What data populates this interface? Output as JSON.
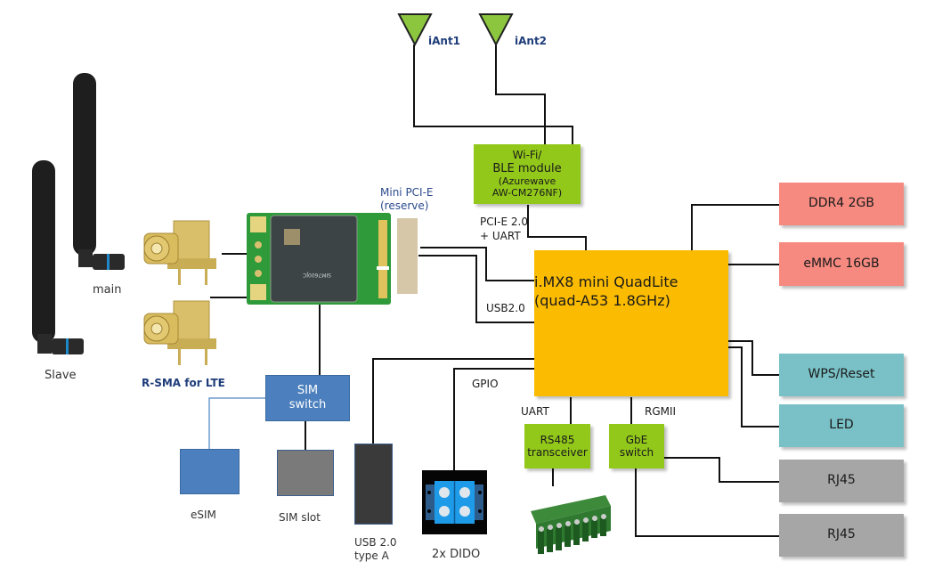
{
  "diagram": {
    "antennas_wifi": [
      {
        "label": "iAnt1",
        "color": "#8cc63f"
      },
      {
        "label": "iAnt2",
        "color": "#8cc63f"
      }
    ],
    "lte_antennas": {
      "main_label": "main",
      "slave_label": "Slave"
    },
    "rsma_label": "R-SMA for LTE",
    "lte_module": {
      "model_text": "SIM7600JC"
    },
    "minipcie": {
      "line1": "Mini PCI-E",
      "line2": "(reserve)"
    },
    "wifi_module": {
      "line1": "Wi-Fi/",
      "line2": "BLE module",
      "line3": "(Azurewave",
      "line4": "AW-CM276NF)"
    },
    "wifi_bus_label": {
      "line1": "PCI-E 2.0",
      "line2": "+ UART"
    },
    "usb_bus_label": "USB2.0",
    "cpu": {
      "line1": "i.MX8 mini QuadLite",
      "line2": "(quad-A53 1.8GHz)"
    },
    "memory": [
      {
        "label": "DDR4 2GB"
      },
      {
        "label": "eMMC 16GB"
      }
    ],
    "io_right": [
      {
        "label": "WPS/Reset"
      },
      {
        "label": "LED"
      },
      {
        "label": "RJ45"
      },
      {
        "label": "RJ45"
      }
    ],
    "sim_switch": {
      "line1": "SIM",
      "line2": "switch"
    },
    "esim_label": "eSIM",
    "sim_slot_label": "SIM slot",
    "usb_port": {
      "line1": "USB 2.0",
      "line2": "type A"
    },
    "gpio_label": "GPIO",
    "dido_label": "2x DIDO",
    "uart_label": "UART",
    "rgmii_label": "RGMII",
    "rs485": {
      "line1": "RS485",
      "line2": "transceiver"
    },
    "gbe_switch": {
      "line1": "GbE",
      "line2": "switch"
    },
    "colors": {
      "cpu": "#fbbb00",
      "green_module": "#92c81a",
      "memory": "#f68a80",
      "io_teal": "#79c1c6",
      "rj45_gray": "#a6a6a6",
      "sim_blue": "#4b7fbd"
    }
  }
}
